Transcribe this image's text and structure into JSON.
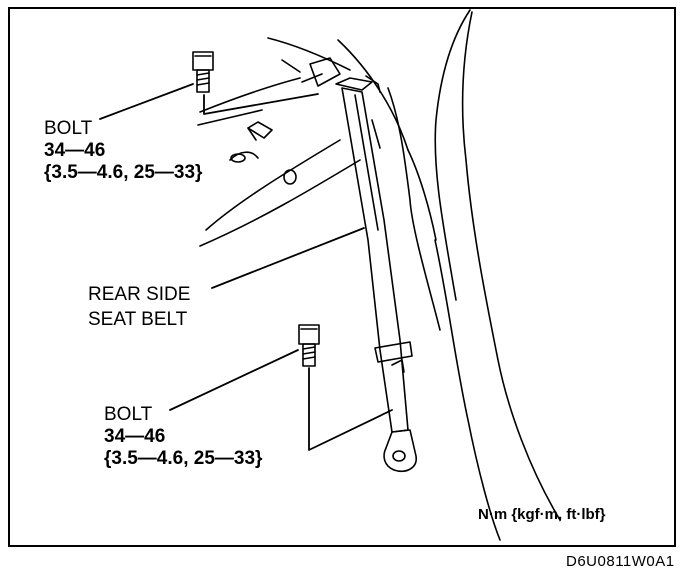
{
  "callouts": {
    "bolt_top": {
      "name": "BOLT",
      "torque_nm": "34—46",
      "torque_alt": "{3.5—4.6, 25—33}"
    },
    "seat_belt": {
      "line1": "REAR SIDE",
      "line2": "SEAT BELT"
    },
    "bolt_bottom": {
      "name": "BOLT",
      "torque_nm": "34—46",
      "torque_alt": "{3.5—4.6, 25—33}"
    }
  },
  "units_note": "N·m {kgf·m, ft·lbf}",
  "figure_code": "D6U0811W0A1"
}
